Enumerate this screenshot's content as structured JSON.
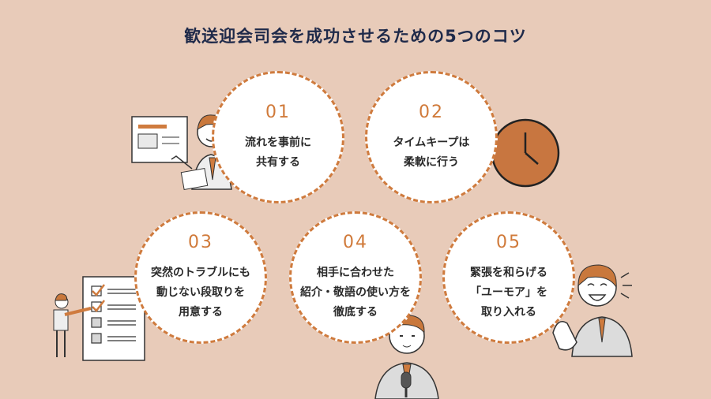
{
  "title": "歓送迎会司会を成功させるための5つのコツ",
  "colors": {
    "background": "#e8cbb9",
    "accent": "#cf7b3e",
    "title": "#1f2a4a"
  },
  "tips": [
    {
      "number": "01",
      "lines": [
        "流れを事前に",
        "共有する"
      ]
    },
    {
      "number": "02",
      "lines": [
        "タイムキープは",
        "柔軟に行う"
      ]
    },
    {
      "number": "03",
      "lines": [
        "突然のトラブルにも",
        "動じない段取りを",
        "用意する"
      ]
    },
    {
      "number": "04",
      "lines": [
        "相手に合わせた",
        "紹介・敬語の使い方を",
        "徹底する"
      ]
    },
    {
      "number": "05",
      "lines": [
        "緊張を和らげる",
        "「ユーモア」を",
        "取り入れる"
      ]
    }
  ],
  "illustrations": [
    "presenter-icon",
    "clock-icon",
    "checklist-icon",
    "microphone-speaker-icon",
    "laughing-man-icon"
  ]
}
